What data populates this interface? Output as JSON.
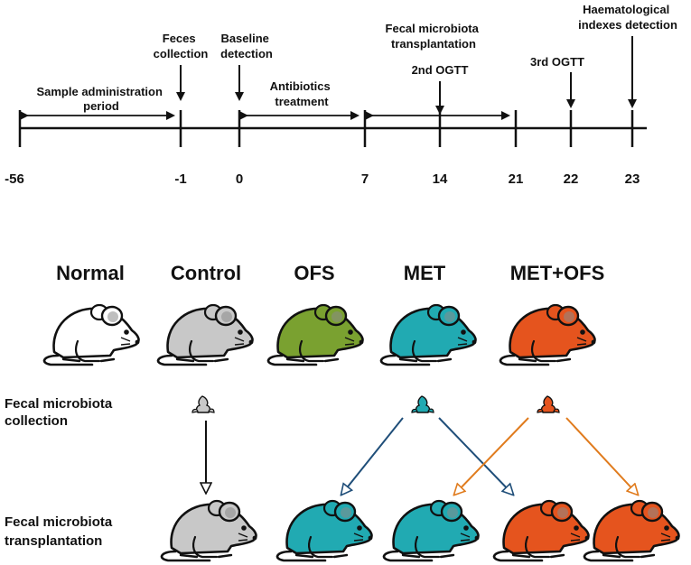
{
  "timeline": {
    "ticks": [
      "-56",
      "-1",
      "0",
      "7",
      "14",
      "21",
      "22",
      "23"
    ],
    "events": {
      "sample_admin": [
        "Sample administration",
        "period"
      ],
      "feces_collection": [
        "Feces",
        "collection"
      ],
      "baseline": [
        "Baseline",
        "detection"
      ],
      "antibiotics": [
        "Antibiotics",
        "treatment"
      ],
      "fmt": [
        "Fecal microbiota",
        "transplantation"
      ],
      "ogtt2": "2nd  OGTT",
      "ogtt3": "3rd  OGTT",
      "haem": [
        "Haematological",
        "indexes detection"
      ]
    }
  },
  "groups": {
    "normal": "Normal",
    "control": "Control",
    "ofs": "OFS",
    "met": "MET",
    "met_ofs": "MET+OFS"
  },
  "rows": {
    "collection": [
      "Fecal microbiota",
      "collection"
    ],
    "transplantation": [
      "Fecal microbiota",
      "transplantation"
    ]
  },
  "colors": {
    "normal": "#ffffff",
    "control": "#c8c8c8",
    "ofs": "#7aa130",
    "met": "#21aab2",
    "met_ofs": "#e5541e",
    "arrow_blue": "#1f4e79",
    "arrow_orange": "#e07b1d"
  }
}
